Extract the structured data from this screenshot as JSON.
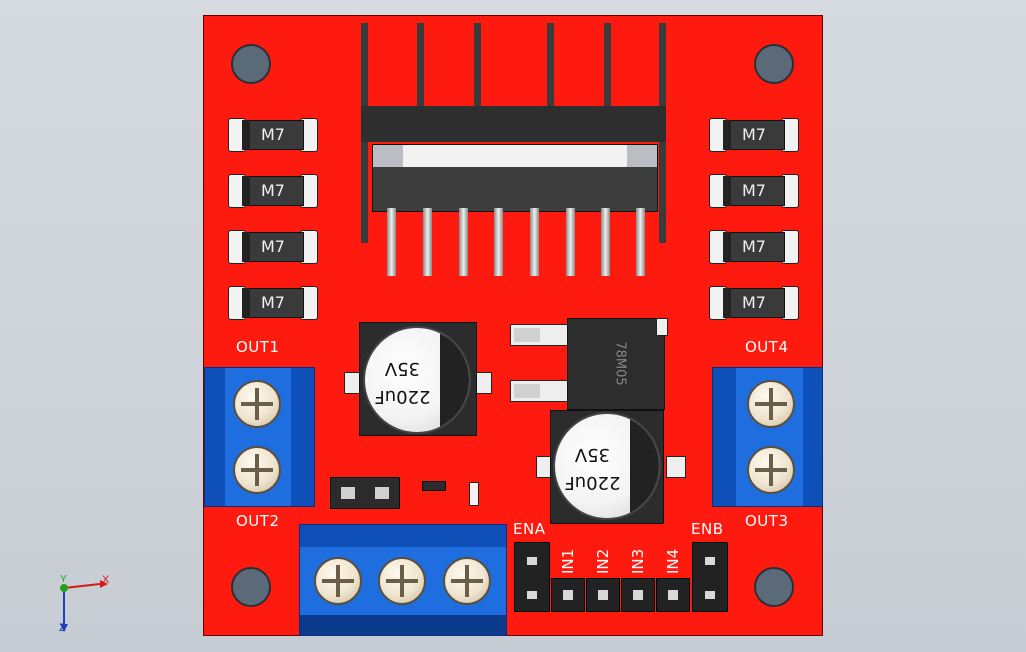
{
  "labels": {
    "out1": "OUT1",
    "out2": "OUT2",
    "out3": "OUT3",
    "out4": "OUT4",
    "ena": "ENA",
    "enb": "ENB",
    "in1": "IN1",
    "in2": "IN2",
    "in3": "IN3",
    "in4": "IN4"
  },
  "diodes": {
    "label": "M7",
    "count_left": 4,
    "count_right": 4
  },
  "capacitors": [
    {
      "capacitance": "220uF",
      "voltage": "35V"
    },
    {
      "capacitance": "220uF",
      "voltage": "35V"
    }
  ],
  "regulator": {
    "marking": "78M05"
  },
  "axis": {
    "x_label": "X",
    "y_label": "Y",
    "z_label": "Z"
  },
  "colors": {
    "board": "#ff1a10",
    "terminal": "#1e6ee0",
    "background": "#d6dbe0"
  }
}
